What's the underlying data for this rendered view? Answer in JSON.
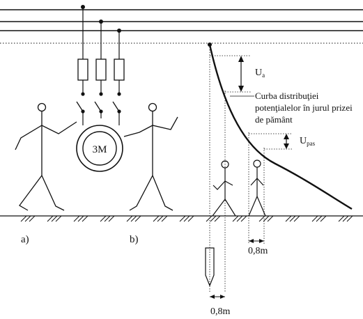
{
  "labels": {
    "motor": "3M",
    "part_a": "a)",
    "part_b": "b)",
    "ua": "U",
    "ua_sub": "a",
    "upas": "U",
    "upas_sub": "pas",
    "curve_line1": "Curba distribuţiei",
    "curve_line2": "potenţialelor în jurul prizei",
    "curve_line3": "de pământ",
    "dist_step": "0,8m",
    "dist_touch": "0,8m"
  }
}
